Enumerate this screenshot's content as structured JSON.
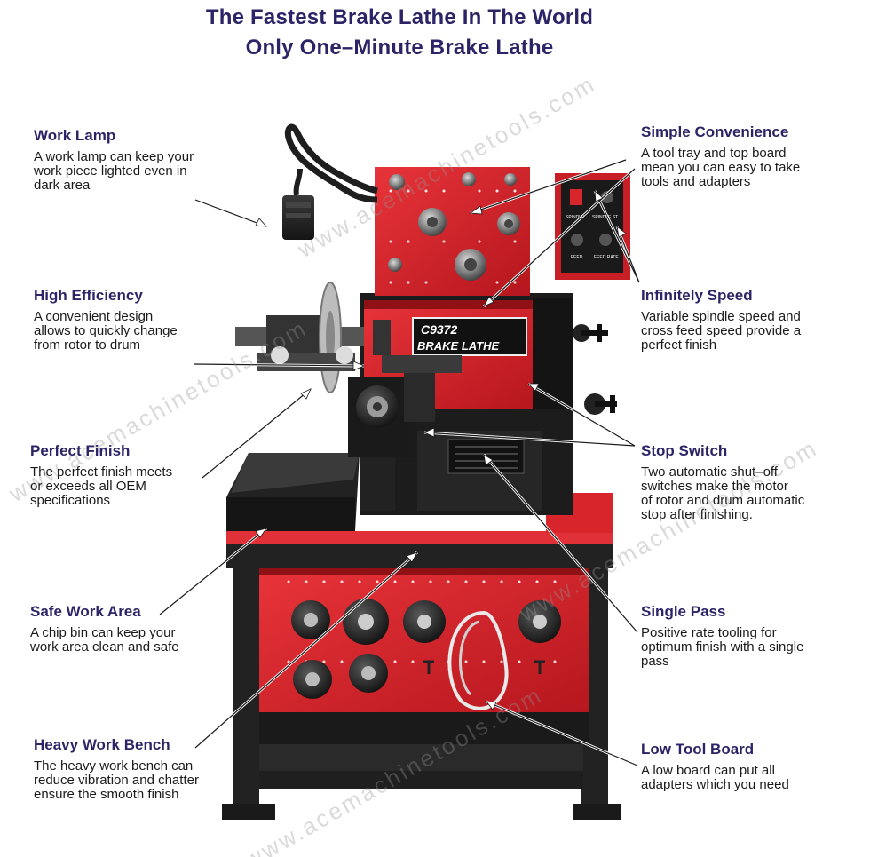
{
  "heading": {
    "line1": "The Fastest Brake Lathe In The World",
    "line2": "Only One–Minute Brake Lathe"
  },
  "machine": {
    "model": "C9372",
    "name": "BRAKE LATHE",
    "panel_labels": [
      "SPINDLE",
      "SPINDLE ST",
      "FEED",
      "FEED RATE"
    ]
  },
  "watermark": "www.acemachinetools.com",
  "callouts": {
    "work_lamp": {
      "title": "Work Lamp",
      "lines": [
        "A work lamp can keep your",
        "work piece lighted even in",
        "dark area"
      ]
    },
    "high_efficiency": {
      "title": "High Efficiency",
      "lines": [
        "A convenient design",
        "allows to quickly change",
        "from rotor to drum"
      ]
    },
    "perfect_finish": {
      "title": "Perfect Finish",
      "lines": [
        "The perfect finish meets",
        "or exceeds all OEM",
        "specifications"
      ]
    },
    "safe_work_area": {
      "title": "Safe Work Area",
      "lines": [
        "A chip bin can keep your",
        "work area clean and safe"
      ]
    },
    "heavy_work_bench": {
      "title": "Heavy Work Bench",
      "lines": [
        "The heavy work bench can",
        "reduce vibration and chatter",
        "ensure the smooth finish"
      ]
    },
    "simple_convenience": {
      "title": "Simple Convenience",
      "lines": [
        "A tool tray and top board",
        "mean you can easy to take",
        "tools and adapters"
      ]
    },
    "infinitely_speed": {
      "title": "Infinitely Speed",
      "lines": [
        "Variable spindle speed and",
        "cross feed speed provide a",
        "perfect finish"
      ]
    },
    "stop_switch": {
      "title": "Stop Switch",
      "lines": [
        "Two automatic shut–off",
        "switches make the motor",
        "of rotor and drum automatic",
        "stop after finishing."
      ]
    },
    "single_pass": {
      "title": "Single Pass",
      "lines": [
        "Positive rate tooling for",
        "optimum finish with a single",
        "pass"
      ]
    },
    "low_tool_board": {
      "title": "Low Tool Board",
      "lines": [
        "A low board can put all",
        "adapters which you need"
      ]
    }
  },
  "colors": {
    "heading": "#2b2466",
    "machine_red": "#d8242b",
    "machine_dark": "#1e1e1e"
  }
}
